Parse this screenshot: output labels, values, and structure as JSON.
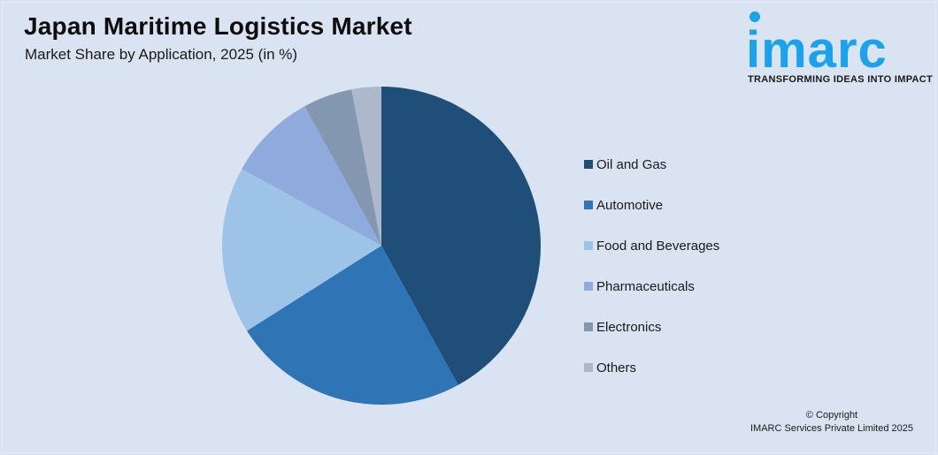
{
  "header": {
    "title": "Japan Maritime Logistics Market",
    "subtitle": "Market Share by Application, 2025 (in %)"
  },
  "logo": {
    "word": "imarc",
    "tagline": "TRANSFORMING IDEAS INTO IMPACT",
    "color": "#1aa3ec"
  },
  "footer": {
    "line1": "© Copyright",
    "line2": "IMARC Services Private Limited 2025"
  },
  "chart_data": {
    "type": "pie",
    "title": "Japan Maritime Logistics Market",
    "subtitle": "Market Share by Application, 2025 (in %)",
    "categories": [
      "Oil and Gas",
      "Automotive",
      "Food and Beverages",
      "Pharmaceuticals",
      "Electronics",
      "Others"
    ],
    "values": [
      42,
      24,
      17,
      9,
      5,
      3
    ],
    "colors": [
      "#1f4e79",
      "#2e75b6",
      "#9dc3e6",
      "#8faadc",
      "#8497b0",
      "#adb9ca"
    ],
    "start_angle": "12 o'clock",
    "direction": "clockwise",
    "legend_position": "right",
    "data_labels": false
  }
}
